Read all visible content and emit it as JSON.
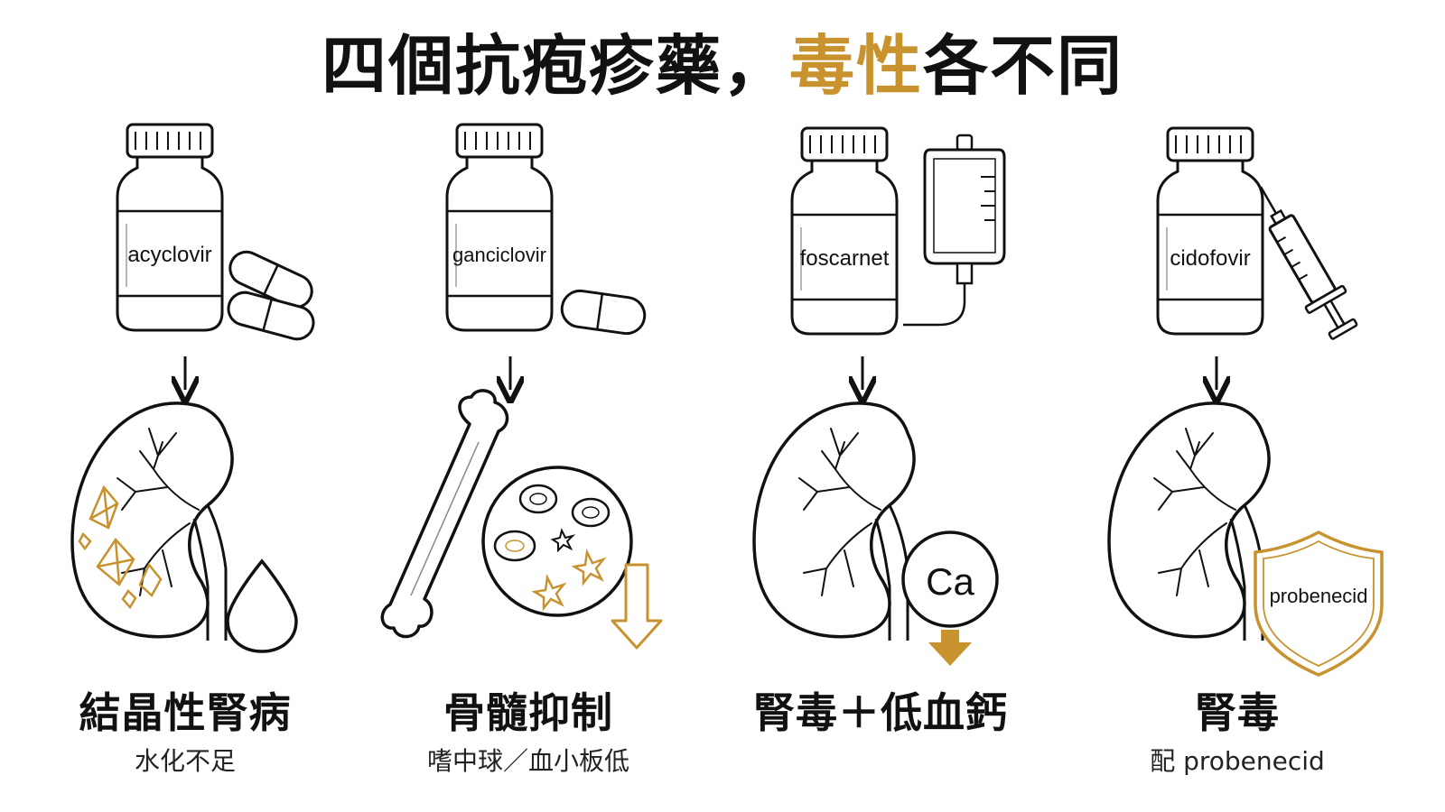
{
  "title": {
    "prefix": "四個抗疱疹藥，",
    "accent": "毒性",
    "suffix": "各不同"
  },
  "colors": {
    "accent": "#c8922e",
    "ink": "#111111"
  },
  "drugs": [
    {
      "name": "acyclovir",
      "icon": "capsule-pills-icon",
      "organ": "kidney-crystals-icon",
      "toxicity": "結晶性腎病",
      "note": "水化不足"
    },
    {
      "name": "ganciclovir",
      "icon": "capsule-icon",
      "organ": "bone-marrow-icon",
      "toxicity": "骨髓抑制",
      "note": "嗜中球／血小板低"
    },
    {
      "name": "foscarnet",
      "icon": "iv-bag-icon",
      "organ": "kidney-calcium-icon",
      "badge": "Ca",
      "toxicity": "腎毒＋低血鈣",
      "note": ""
    },
    {
      "name": "cidofovir",
      "icon": "syringe-icon",
      "organ": "kidney-shield-icon",
      "shield": "probenecid",
      "toxicity": "腎毒",
      "note": "配 probenecid"
    }
  ]
}
